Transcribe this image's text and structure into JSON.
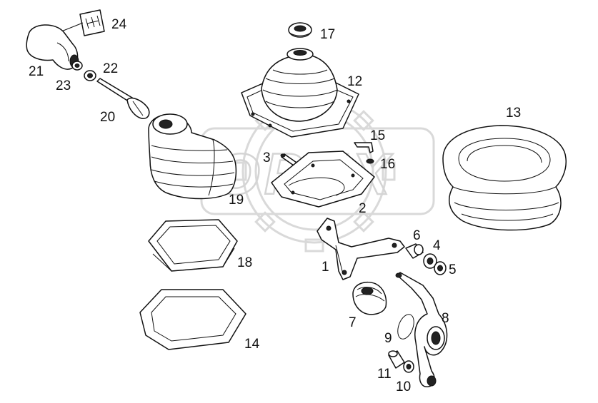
{
  "watermark": {
    "brand": "OPEX"
  },
  "callouts": {
    "p1": "1",
    "p2": "2",
    "p3": "3",
    "p4": "4",
    "p5": "5",
    "p6": "6",
    "p7": "7",
    "p8": "8",
    "p9": "9",
    "p10": "10",
    "p11": "11",
    "p12": "12",
    "p13": "13",
    "p14": "14",
    "p15": "15",
    "p16": "16",
    "p17": "17",
    "p18": "18",
    "p19": "19",
    "p20": "20",
    "p21": "21",
    "p22": "22",
    "p23": "23",
    "p24": "24"
  },
  "colors": {
    "line": "#111111",
    "watermark": "#d4d4d4",
    "background": "#ffffff"
  }
}
